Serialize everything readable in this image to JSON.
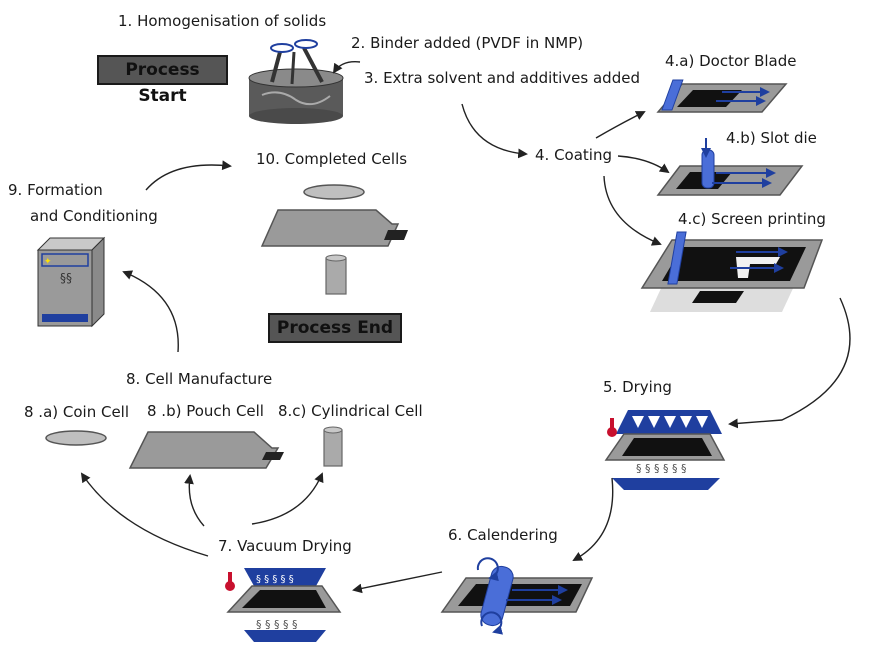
{
  "diagram": {
    "start_label": "Process Start",
    "end_label": "Process End",
    "steps": {
      "s1": "1. Homogenisation of solids",
      "s2": "2. Binder added (PVDF in NMP)",
      "s3": "3. Extra solvent and additives added",
      "s4": "4. Coating",
      "s4a": "4.a) Doctor Blade",
      "s4b": "4.b) Slot die",
      "s4c": "4.c) Screen printing",
      "s5": "5. Drying",
      "s6": "6. Calendering",
      "s7": "7. Vacuum Drying",
      "s8": "8. Cell Manufacture",
      "s8a": "8 .a) Coin Cell",
      "s8b": "8 .b) Pouch Cell",
      "s8c": "8.c) Cylindrical Cell",
      "s9_line1": "9. Formation",
      "s9_line2": "and Conditioning",
      "s10": "10. Completed Cells"
    },
    "colors": {
      "plate": "#9a9a9a",
      "plate_edge": "#555555",
      "coating": "#111111",
      "accent_blue": "#1f3f9f",
      "roller_blue": "#4a6ed8",
      "heater_red": "#c8102e",
      "box_fill": "#555555"
    }
  }
}
